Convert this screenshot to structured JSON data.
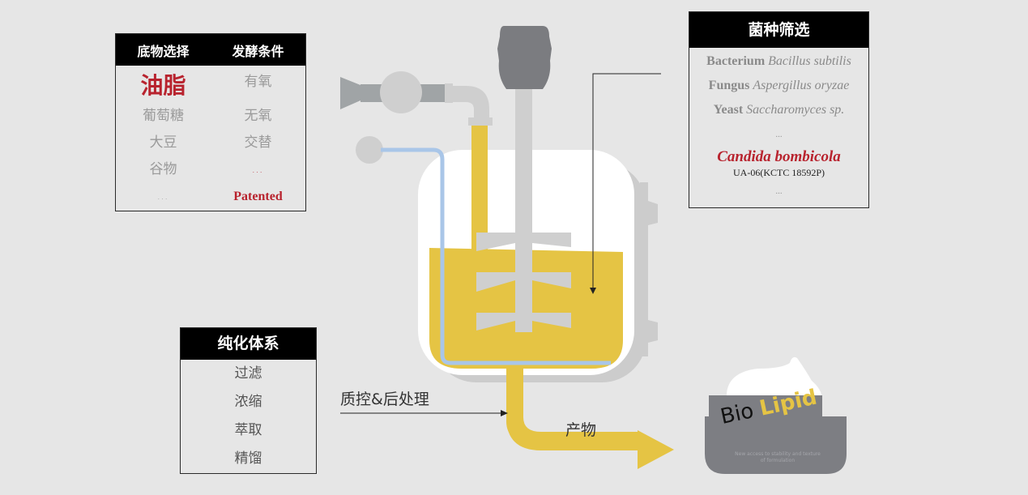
{
  "substrate_panel": {
    "headers": [
      "底物选择",
      "发酵条件"
    ],
    "substrates": [
      {
        "label": "油脂",
        "style": "highlight"
      },
      {
        "label": "葡萄糖",
        "style": "normal"
      },
      {
        "label": "大豆",
        "style": "normal"
      },
      {
        "label": "谷物",
        "style": "normal"
      },
      {
        "label": "…",
        "style": "dots"
      }
    ],
    "conditions": [
      {
        "label": "有氧",
        "style": "normal"
      },
      {
        "label": "无氧",
        "style": "normal"
      },
      {
        "label": "交替",
        "style": "normal"
      },
      {
        "label": "…",
        "style": "red-dots"
      },
      {
        "label": "Patented",
        "style": "patented"
      }
    ]
  },
  "strain_panel": {
    "title": "菌种筛选",
    "strains": [
      {
        "type": "Bacterium",
        "species": "Bacillus subtilis"
      },
      {
        "type": "Fungus",
        "species": "Aspergillus oryzae"
      },
      {
        "type": "Yeast",
        "species": "Saccharomyces sp."
      }
    ],
    "ellipsis_1": "...",
    "highlight_species": "Candida bombicola",
    "highlight_code": "UA-06(KCTC 18592P)",
    "ellipsis_2": "..."
  },
  "purification_panel": {
    "title": "纯化体系",
    "items": [
      "过滤",
      "浓缩",
      "萃取",
      "精馏"
    ]
  },
  "labels": {
    "qc": "质控&后处理",
    "product": "产物"
  },
  "product_jar": {
    "brand_word_1": "Bio",
    "brand_word_2": "Lipid",
    "tagline_line_1": "New access to stability and texture",
    "tagline_line_2": "of formulation"
  },
  "colors": {
    "accent_red": "#b8232e",
    "liquid_yellow": "#e5c444",
    "pipe_blue": "#a9c6e8",
    "equipment_gray": "#cfcfcf",
    "motor_dark": "#7b7c80"
  }
}
